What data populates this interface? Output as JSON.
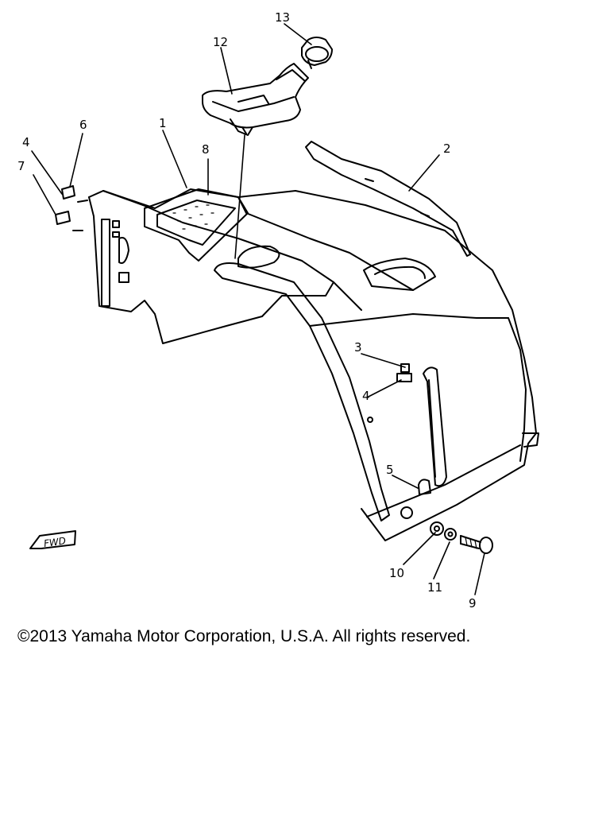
{
  "callouts": {
    "c1": "1",
    "c2": "2",
    "c3": "3",
    "c4a": "4",
    "c4b": "4",
    "c5": "5",
    "c6": "6",
    "c7": "7",
    "c8": "8",
    "c9": "9",
    "c10": "10",
    "c11": "11",
    "c12": "12",
    "c13": "13"
  },
  "fwd_label": "FWD",
  "copyright": "©2013 Yamaha Motor Corporation, U.S.A. All rights reserved."
}
